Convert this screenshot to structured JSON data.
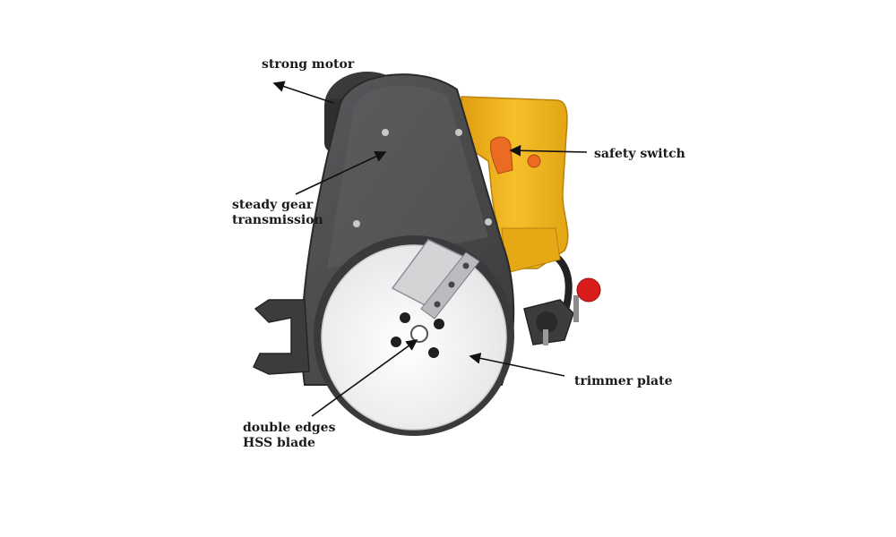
{
  "callouts": {
    "strong_motor": "strong motor",
    "steady_gear_line1": "steady gear",
    "steady_gear_line2": "transmission",
    "safety_switch": "safety switch",
    "trimmer_plate": "trimmer plate",
    "blade_line1": "double edges",
    "blade_line2": "HSS blade"
  },
  "colors": {
    "handle": "#f2b21b",
    "housing": "#4a4a4c",
    "plate": "#f1f2f3",
    "switch": "#ea6b21",
    "knob": "#d91d1d",
    "label": "#1a1a1a"
  }
}
